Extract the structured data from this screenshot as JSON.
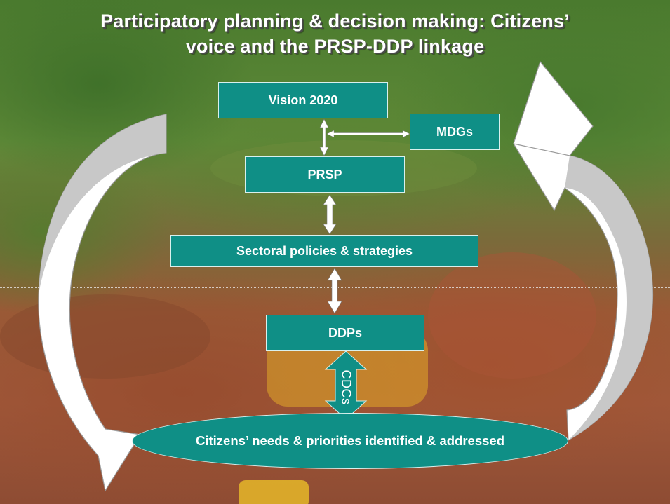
{
  "slide": {
    "title_line1": "Participatory planning & decision making: Citizens’",
    "title_line2": "voice and the PRSP-DDP linkage"
  },
  "diagram": {
    "vision": "Vision 2020",
    "mdgs": "MDGs",
    "prsp": "PRSP",
    "sectoral": "Sectoral policies & strategies",
    "ddps": "DDPs",
    "cdcs": "CDCs",
    "citizens": "Citizens’ needs & priorities identified & addressed"
  },
  "colors": {
    "box_fill": "#0f8f86",
    "arrow_fill": "#ffffff",
    "curved_arrow_shade": "#c8c8c8"
  }
}
